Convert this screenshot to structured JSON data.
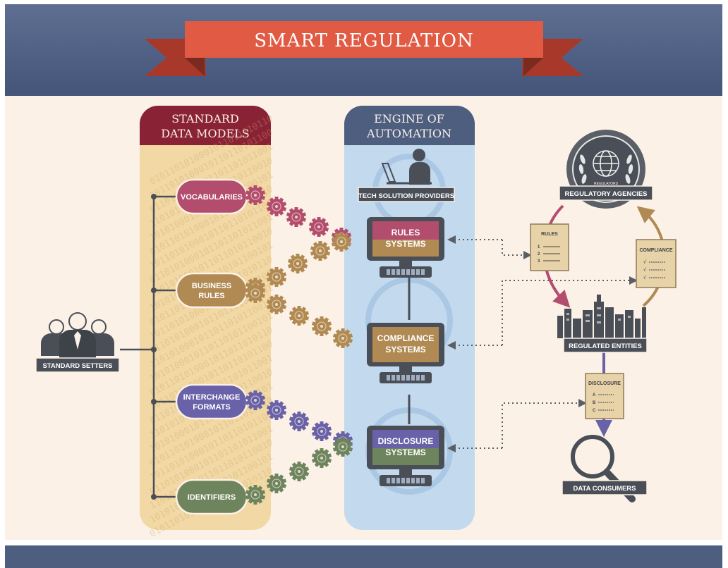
{
  "title": "SMART REGULATION",
  "columns": {
    "standard_data_models": [
      "STANDARD",
      "DATA MODELS"
    ],
    "engine_of_automation": [
      "ENGINE OF",
      "AUTOMATION"
    ]
  },
  "standard_setters": "STANDARD SETTERS",
  "data_models": [
    {
      "lines": [
        "VOCABULARIES"
      ],
      "color": "#b34d6e"
    },
    {
      "lines": [
        "BUSINESS",
        "RULES"
      ],
      "color": "#b08a52"
    },
    {
      "lines": [
        "INTERCHANGE",
        "FORMATS"
      ],
      "color": "#6a62a8"
    },
    {
      "lines": [
        "IDENTIFIERS"
      ],
      "color": "#6d845d"
    }
  ],
  "tech_solution_providers": "TECH SOLUTION PROVIDERS",
  "systems": [
    {
      "lines": [
        "RULES",
        "SYSTEMS"
      ]
    },
    {
      "lines": [
        "COMPLIANCE",
        "SYSTEMS"
      ]
    },
    {
      "lines": [
        "DISCLOSURE",
        "SYSTEMS"
      ]
    }
  ],
  "regulatory_agencies": "REGULATORY AGENCIES",
  "seal_text": "REGULATORS",
  "regulated_entities": "REGULATED ENTITIES",
  "data_consumers": "DATA CONSUMERS",
  "documents": {
    "rules": {
      "title": "RULES",
      "items": [
        "1",
        "2",
        "3"
      ]
    },
    "compliance": {
      "title": "COMPLIANCE",
      "items": [
        "√",
        "√",
        "√"
      ]
    },
    "disclosure": {
      "title": "DISCLOSURE",
      "items": [
        "A",
        "B",
        "C"
      ]
    }
  },
  "binary_pattern": "0101101010001011011010110",
  "colors": {
    "navy": "#4d5e7f",
    "ribbon": "#e05a44",
    "ribbon_dark": "#a8392a",
    "cream": "#fbf1e6",
    "gold_panel": "#f2d8a4",
    "blue_panel": "#c3d9ee",
    "maroon": "#8a2236",
    "rose": "#b34d6e",
    "tan": "#b08a52",
    "purple": "#6a62a8",
    "green": "#6d845d",
    "slate": "#4a4f57"
  }
}
